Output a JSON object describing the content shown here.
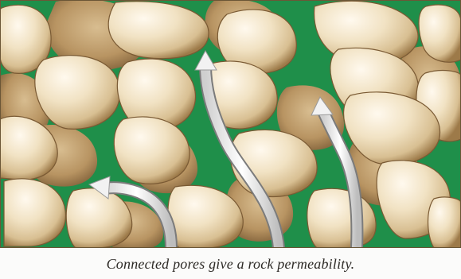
{
  "figure": {
    "caption": "Connected pores give a rock permeability.",
    "colors": {
      "pore_space": "#1f8f4a",
      "grain_light": "#f3e6c8",
      "grain_mid": "#d8bf92",
      "grain_dark": "#8a6a3f",
      "flow_arrow": "#e7e7e7"
    },
    "elements": [
      "sand grains",
      "connected pore space",
      "fluid flow arrows"
    ]
  }
}
